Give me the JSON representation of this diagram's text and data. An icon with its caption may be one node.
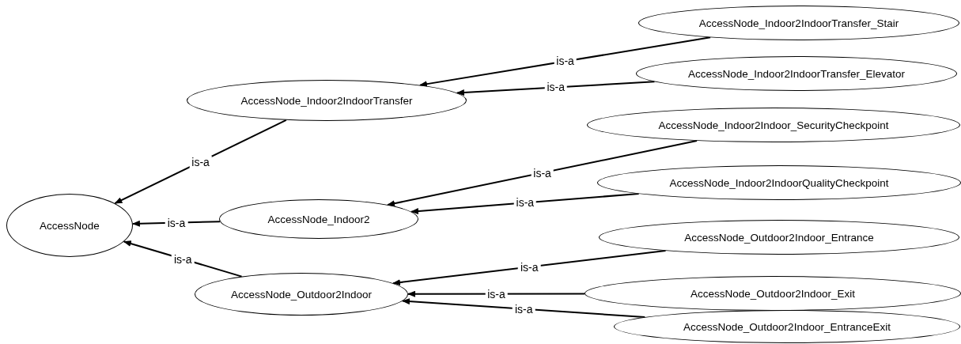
{
  "diagram": {
    "nodes": [
      {
        "text": [
          "AccessNode"
        ]
      },
      {
        "text": [
          "AccessNode_Indoor2IndoorTransfer"
        ]
      },
      {
        "text": [
          "AccessNode_Indoor2"
        ]
      },
      {
        "text": [
          "AccessNode_Outdoor2Indoor"
        ]
      },
      {
        "text": [
          "AccessNode_Indoor2IndoorTransfer_Stair"
        ]
      },
      {
        "text": [
          "AccessNode_Indoor2IndoorTransfer_Elevator"
        ]
      },
      {
        "text": [
          "AccessNode_Indoor2Indoor_SecurityCheckpoint"
        ]
      },
      {
        "text": [
          "AccessNode_Indoor2IndoorQualityCheckpoint"
        ]
      },
      {
        "text": [
          "AccessNode_Outdoor2Indoor_Entrance"
        ]
      },
      {
        "text": [
          "AccessNode_Outdoor2Indoor_Exit"
        ]
      },
      {
        "text": [
          "AccessNode_Outdoor2Indoor_EntranceExit"
        ]
      }
    ],
    "edges": [
      {
        "from": 4,
        "to": 1,
        "arrow": "to",
        "label": "is-a"
      },
      {
        "from": 5,
        "to": 1,
        "arrow": "to",
        "label": "is-a"
      },
      {
        "from": 1,
        "to": 0,
        "arrow": "to",
        "label": "is-a"
      },
      {
        "from": 6,
        "to": 2,
        "arrow": "to",
        "label": "is-a"
      },
      {
        "from": 7,
        "to": 2,
        "arrow": "to",
        "label": "is-a"
      },
      {
        "from": 2,
        "to": 0,
        "arrow": "to",
        "label": "is-a"
      },
      {
        "from": 8,
        "to": 3,
        "arrow": "to",
        "label": "is-a"
      },
      {
        "from": 9,
        "to": 3,
        "arrow": "to",
        "label": "is-a"
      },
      {
        "from": 10,
        "to": 3,
        "arrow": "to",
        "label": "is-a"
      },
      {
        "from": 3,
        "to": 0,
        "arrow": "to",
        "label": "is-a"
      }
    ]
  }
}
